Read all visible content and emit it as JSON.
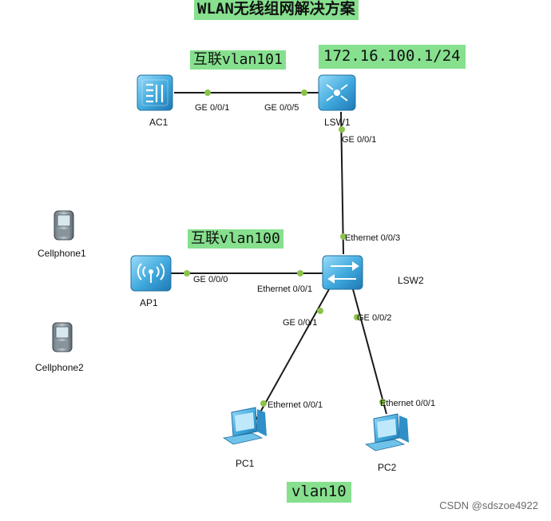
{
  "title": "WLAN无线组网解决方案",
  "highlights": {
    "interconnect_101": "互联vlan101",
    "ip_address": "172.16.100.1/24",
    "interconnect_100": "互联vlan100",
    "vlan10": "vlan10"
  },
  "devices": {
    "ac1": "AC1",
    "lsw1": "LSW1",
    "lsw2": "LSW2",
    "ap1": "AP1",
    "pc1": "PC1",
    "pc2": "PC2",
    "cellphone1": "Cellphone1",
    "cellphone2": "Cellphone2"
  },
  "ports": {
    "ac1_ge001": "GE 0/0/1",
    "lsw1_ge005": "GE 0/0/5",
    "lsw1_ge001": "GE 0/0/1",
    "lsw2_eth003": "Ethernet 0/0/3",
    "ap1_ge000": "GE 0/0/0",
    "lsw2_eth001": "Ethernet 0/0/1",
    "lsw2_ge001": "GE 0/0/1",
    "lsw2_ge002": "GE 0/0/2",
    "pc1_eth001": "Ethernet 0/0/1",
    "pc2_eth001": "Ethernet 0/0/1"
  },
  "colors": {
    "highlight": "#86e08e",
    "port_dot": "#8bc34a",
    "device_blue": "#3fa8dc",
    "link": "#1a1a1a"
  },
  "watermark": "CSDN @sdszoe4922"
}
